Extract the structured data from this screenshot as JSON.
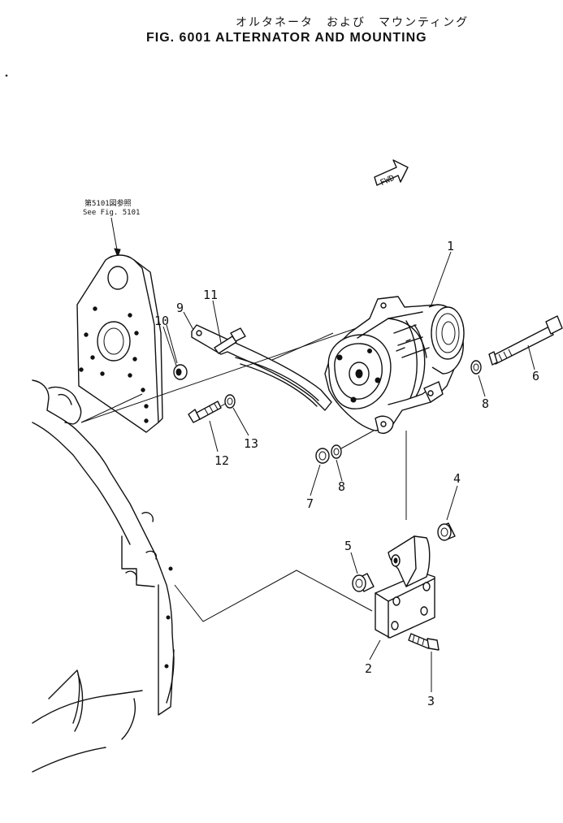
{
  "header": {
    "title_jp": "オルタネータ　および　マウンティング",
    "title_en": "FIG. 6001  ALTERNATOR AND MOUNTING"
  },
  "reference_note": {
    "line1": "第5101図参照",
    "line2": "See  Fig. 5101"
  },
  "fwd_label": "FWD",
  "callouts": {
    "c1": "1",
    "c2": "2",
    "c3": "3",
    "c4": "4",
    "c5": "5",
    "c6": "6",
    "c7": "7",
    "c8a": "8",
    "c8b": "8",
    "c9": "9",
    "c10": "10",
    "c11": "11",
    "c12": "12",
    "c13": "13"
  }
}
